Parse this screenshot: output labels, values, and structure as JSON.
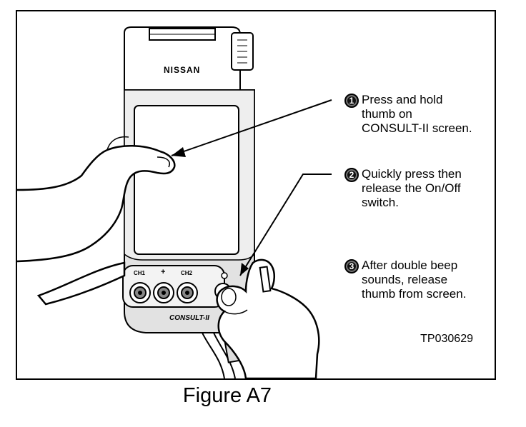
{
  "device": {
    "brand": "NISSAN",
    "model": "CONSULT-II",
    "port_labels": [
      "CH1",
      "+",
      "CH2"
    ]
  },
  "steps": [
    {
      "number": "1",
      "text": "Press and hold\nthumb on\nCONSULT-II screen."
    },
    {
      "number": "2",
      "text": "Quickly press then\nrelease the On/Off\nswitch."
    },
    {
      "number": "3",
      "text": "After double beep\nsounds, release\nthumb from screen."
    }
  ],
  "reference_code": "TP030629",
  "caption": "Figure A7"
}
